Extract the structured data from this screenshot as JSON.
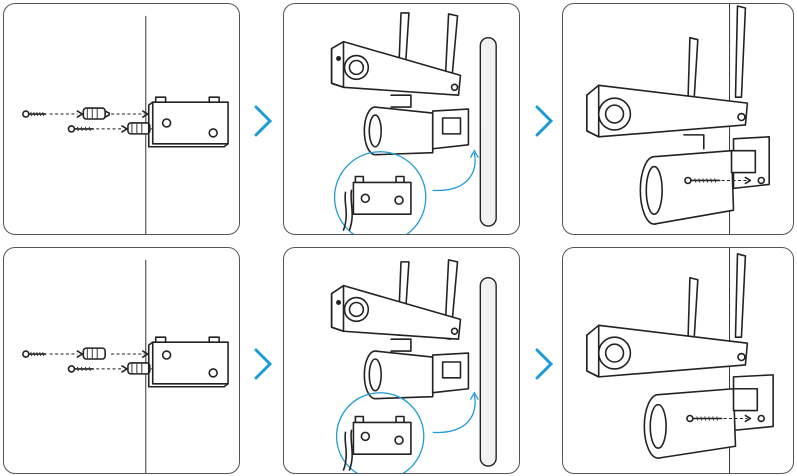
{
  "diagram": {
    "rows": [
      {
        "steps": [
          {
            "name": "step-bracket-anchors",
            "icons": [
              "screw-icon",
              "wall-anchor-icon",
              "mounting-bracket-icon"
            ]
          },
          {
            "name": "step-attach-camera",
            "icons": [
              "camera-icon",
              "bracket-detail-icon"
            ]
          },
          {
            "name": "step-secure-screw",
            "icons": [
              "camera-icon",
              "screw-icon"
            ]
          }
        ]
      },
      {
        "steps": [
          {
            "name": "step-bracket-anchors",
            "icons": [
              "screw-icon",
              "wall-anchor-icon",
              "mounting-bracket-icon"
            ]
          },
          {
            "name": "step-attach-camera",
            "icons": [
              "camera-icon",
              "bracket-detail-icon"
            ]
          },
          {
            "name": "step-secure-screw",
            "icons": [
              "camera-icon",
              "screw-icon"
            ]
          }
        ]
      }
    ],
    "colors": {
      "arrow": "#1e9bd7",
      "line": "#222222",
      "frame": "#555555"
    }
  }
}
